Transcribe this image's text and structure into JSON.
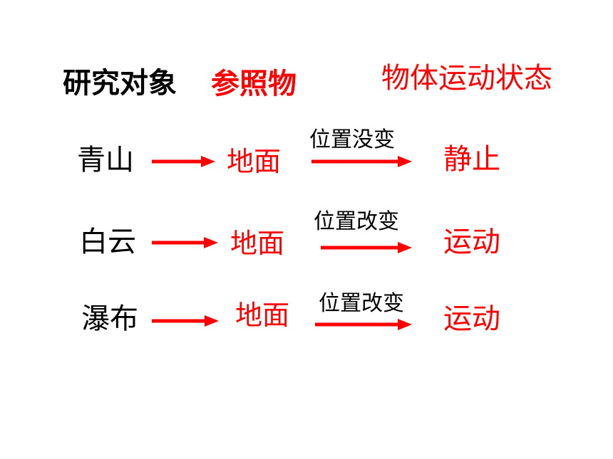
{
  "header": {
    "object_label": "研究对象",
    "reference_label": "参照物",
    "state_label": "物体运动状态"
  },
  "rows": [
    {
      "object": "青山",
      "reference": "地面",
      "relation": "位置没变",
      "state": "静止"
    },
    {
      "object": "白云",
      "reference": "地面",
      "relation": "位置改变",
      "state": "运动"
    },
    {
      "object": "瀑布",
      "reference": "地面",
      "relation": "位置改变",
      "state": "运动"
    }
  ],
  "colors": {
    "accent": "#ff0000",
    "text": "#000000"
  }
}
